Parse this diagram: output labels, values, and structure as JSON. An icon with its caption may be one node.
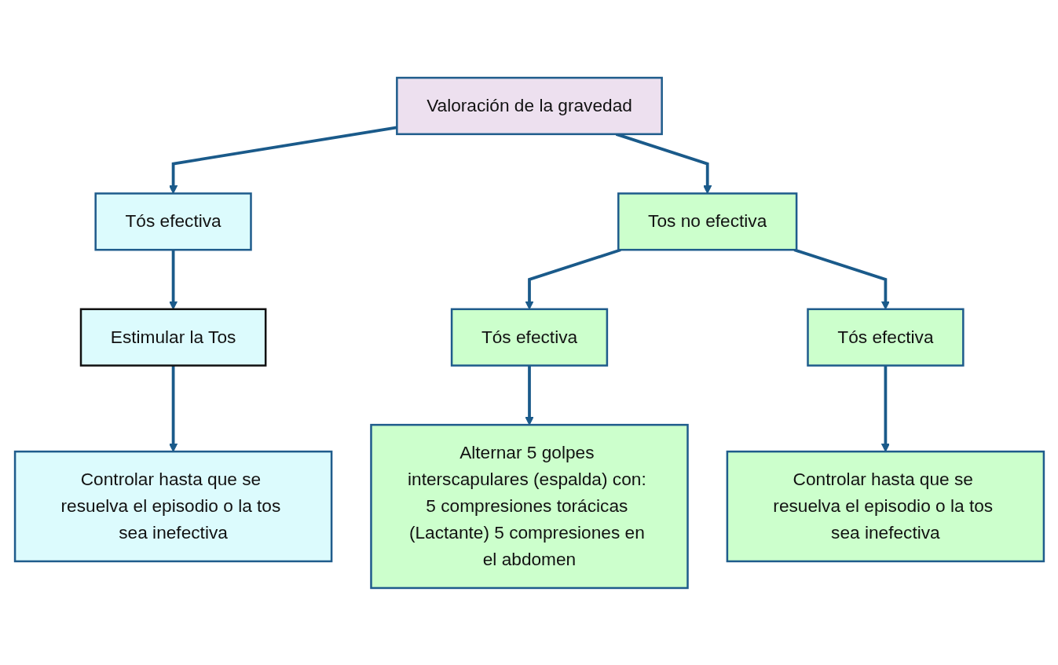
{
  "diagram": {
    "nodes": [
      {
        "text": [
          "Valoración de la gravedad"
        ]
      },
      {
        "text": [
          "Tós efectiva"
        ]
      },
      {
        "text": [
          "Tos no efectiva"
        ]
      },
      {
        "text": [
          "Estimular la Tos"
        ]
      },
      {
        "text": [
          "Tós efectiva"
        ]
      },
      {
        "text": [
          "Tós efectiva"
        ]
      },
      {
        "text": [
          "Controlar hasta que se resuelva el episodio o la tos sea inefectiva"
        ]
      },
      {
        "text": [
          "Alternar 5 golpes interscapulares (espalda) con: 5 compresiones torácicas (Lactante) 5 compresiones en el abdomen"
        ]
      },
      {
        "text": [
          "Controlar hasta que se resuelva el episodio o la tos sea inefectiva"
        ]
      }
    ],
    "edges": [
      {
        "from": 0,
        "to": 1,
        "arrow": "to"
      },
      {
        "from": 0,
        "to": 2,
        "arrow": "to"
      },
      {
        "from": 1,
        "to": 3,
        "arrow": "to"
      },
      {
        "from": 2,
        "to": 4,
        "arrow": "to"
      },
      {
        "from": 2,
        "to": 5,
        "arrow": "to"
      },
      {
        "from": 3,
        "to": 6,
        "arrow": "to"
      },
      {
        "from": 4,
        "to": 7,
        "arrow": "to"
      },
      {
        "from": 5,
        "to": 8,
        "arrow": "to"
      }
    ]
  }
}
